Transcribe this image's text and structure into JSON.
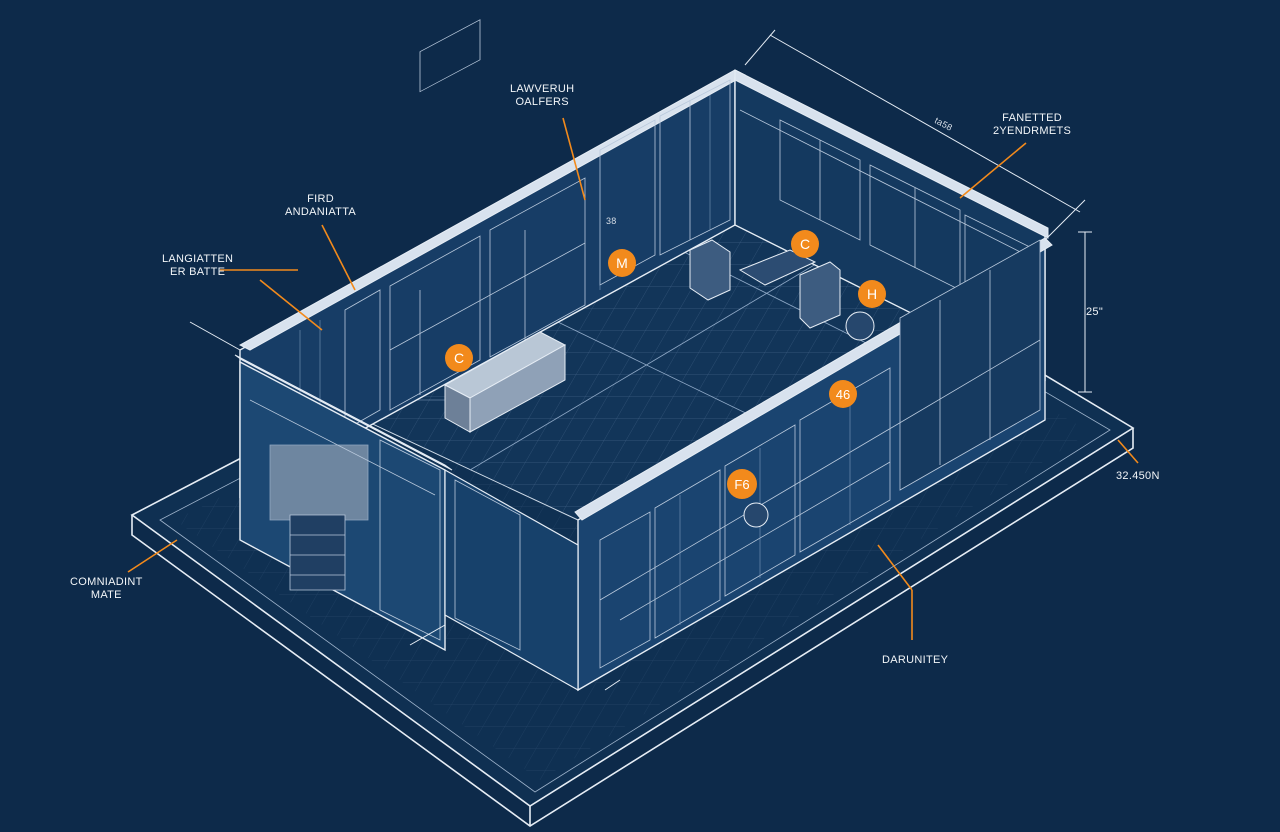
{
  "colors": {
    "background": "#0d2a4a",
    "line": "#e6edf5",
    "line_dim": "#7f9ab8",
    "accent": "#f28a1c",
    "marker_text": "#ffffff"
  },
  "callouts": [
    {
      "id": "lawveruh",
      "lines": [
        "LAWVERUH",
        "OALFERS"
      ]
    },
    {
      "id": "fird",
      "lines": [
        "FIRD",
        "ANDANIATTA"
      ]
    },
    {
      "id": "langiatten",
      "lines": [
        "LANGIATTEN",
        "ER BATTE"
      ]
    },
    {
      "id": "comniadint",
      "lines": [
        "COMNIADINT",
        "MATE"
      ]
    },
    {
      "id": "fanetted",
      "lines": [
        "FANETTED",
        "2YENDRMETS"
      ]
    },
    {
      "id": "darunitey",
      "lines": [
        "DARUNITEY"
      ]
    }
  ],
  "dimensions": {
    "height": "25\"",
    "base": "32.450N",
    "top": "ta58",
    "side": "38"
  },
  "markers": [
    "M",
    "C",
    "C",
    "H",
    "46",
    "F6"
  ]
}
